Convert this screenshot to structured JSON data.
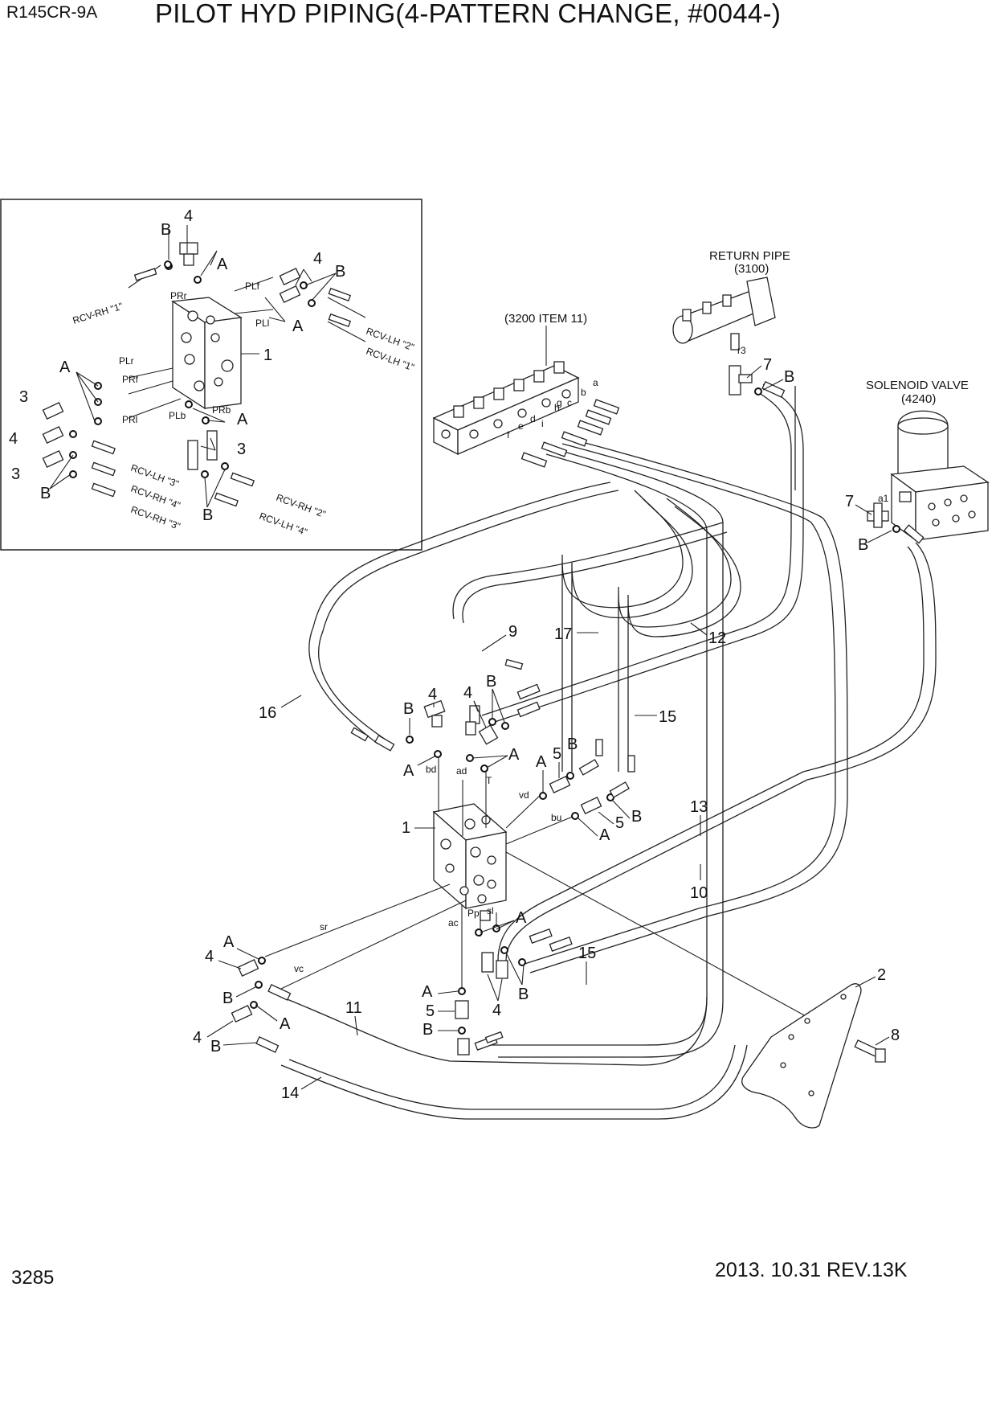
{
  "header": {
    "model": "R145CR-9A",
    "title": "PILOT HYD PIPING(4-PATTERN CHANGE, #0044-)"
  },
  "footer": {
    "page_number": "3285",
    "date_revision": "2013. 10.31  REV.13K"
  },
  "callouts": {
    "return_pipe": "RETURN PIPE",
    "return_pipe_ref": "(3100)",
    "item11_ref": "(3200 ITEM 11)",
    "solenoid_valve": "SOLENOID VALVE",
    "solenoid_valve_ref": "(4240)"
  },
  "part_numbers": {
    "p1": "1",
    "p2": "2",
    "p3": "3",
    "p4": "4",
    "p5": "5",
    "p7": "7",
    "p8": "8",
    "p9": "9",
    "p10": "10",
    "p11": "11",
    "p12": "12",
    "p13": "13",
    "p14": "14",
    "p15": "15",
    "p16": "16",
    "p17": "17"
  },
  "ring_letters": {
    "a": "A",
    "b": "B"
  },
  "ports": {
    "PRr": "PRr",
    "PLf": "PLf",
    "PLl": "PLl",
    "PLr": "PLr",
    "PRf": "PRf",
    "PRl": "PRl",
    "PLb": "PLb",
    "PRb": "PRb",
    "bd": "bd",
    "ad": "ad",
    "T": "T",
    "vd": "vd",
    "bu": "bu",
    "sr": "sr",
    "vc": "vc",
    "ac": "ac",
    "Pp": "Pp",
    "sl": "sl",
    "a": "a",
    "b": "b",
    "c": "c",
    "d": "d",
    "e": "e",
    "f": "f",
    "g": "g",
    "h": "h",
    "i": "i",
    "r3": "r3",
    "a1": "a1"
  },
  "hose_tags": {
    "rcv_rh_1": "RCV-RH \"1\"",
    "rcv_lh_2": "RCV-LH \"2\"",
    "rcv_lh_1": "RCV-LH \"1\"",
    "rcv_lh_3": "RCV-LH \"3\"",
    "rcv_rh_4": "RCV-RH \"4\"",
    "rcv_rh_3": "RCV-RH \"3\"",
    "rcv_rh_2": "RCV-RH \"2\"",
    "rcv_lh_4": "RCV-LH \"4\""
  }
}
